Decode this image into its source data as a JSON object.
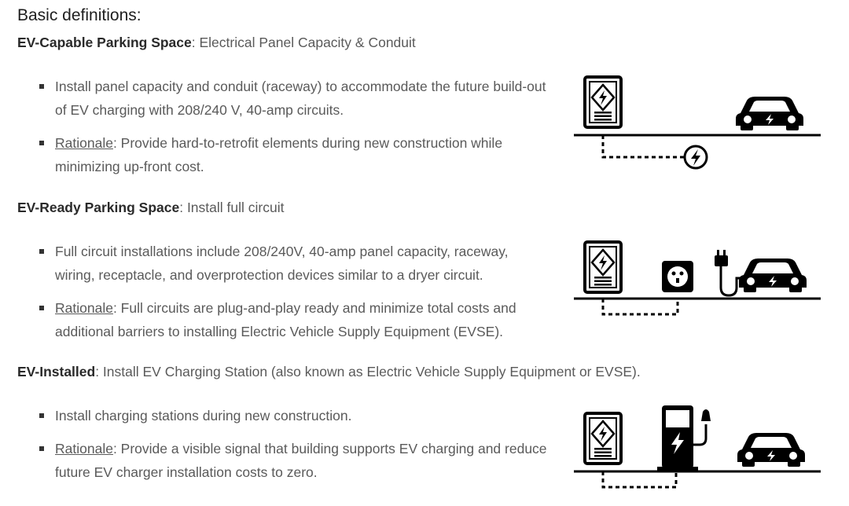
{
  "heading": "Basic definitions:",
  "sections": [
    {
      "term": "EV-Capable Parking Space",
      "desc": ": Electrical Panel Capacity & Conduit",
      "bullet1": "Install panel capacity and conduit (raceway) to accommodate the future build-out of EV charging with 208/240 V, 40-amp circuits.",
      "rationale_label": "Rationale",
      "rationale_text": ": Provide hard-to-retrofit elements during new construction while minimizing up-front cost."
    },
    {
      "term": "EV-Ready Parking Space",
      "desc": ": Install full circuit",
      "bullet1": "Full circuit installations include 208/240V, 40-amp panel capacity, raceway, wiring, receptacle, and overprotection devices similar to a dryer circuit.",
      "rationale_label": "Rationale",
      "rationale_text": ": Full circuits are plug-and-play ready and minimize total costs and additional barriers to installing Electric Vehicle Supply Equipment (EVSE)."
    },
    {
      "term": "EV-Installed",
      "desc": ": Install EV Charging Station (also known as Electric Vehicle Supply Equipment or EVSE).",
      "bullet1": "Install charging stations during new construction.",
      "rationale_label": "Rationale",
      "rationale_text": ": Provide a visible signal that building supports EV charging and reduce future EV charger installation costs to zero."
    }
  ],
  "icons": {
    "panel": "electrical-panel-icon",
    "car": "car-icon",
    "conduit": "conduit-icon",
    "receptacle": "outlet-icon",
    "plug": "plug-icon",
    "charger": "charging-station-icon"
  }
}
